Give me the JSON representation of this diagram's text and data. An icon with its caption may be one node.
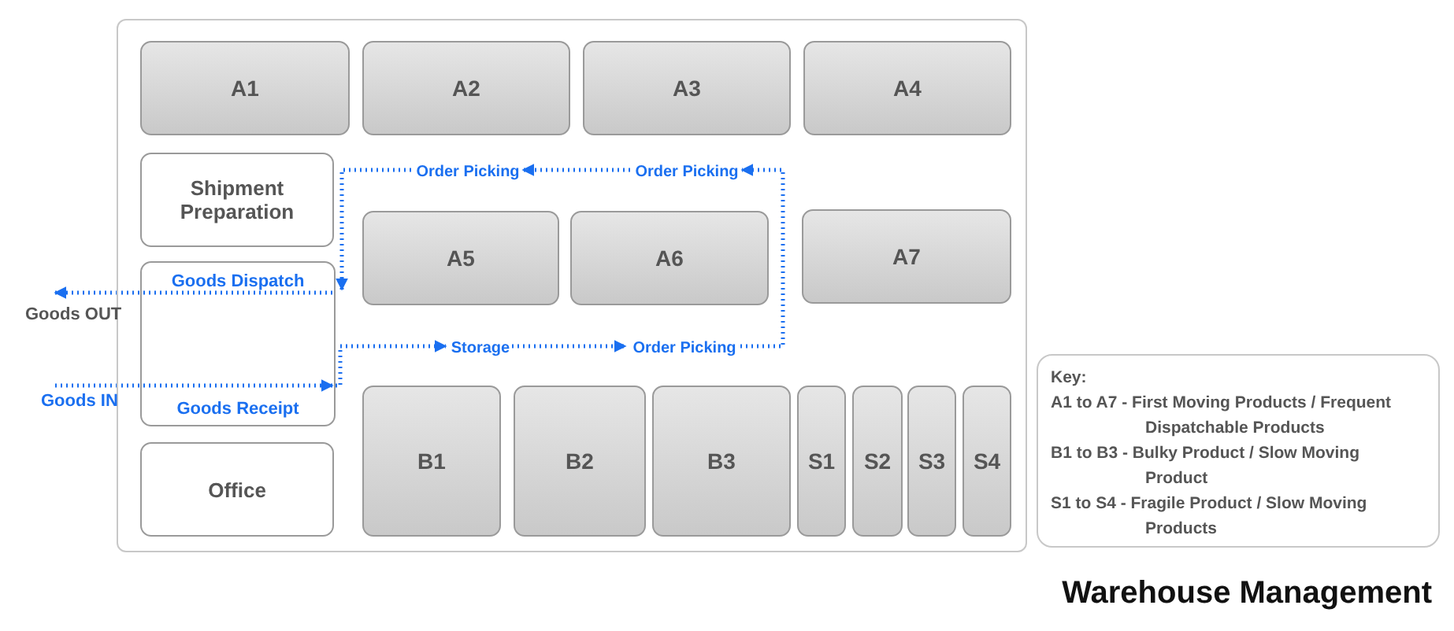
{
  "diagram": {
    "title": "Warehouse Management",
    "nodes": [
      {
        "text": [],
        "shape": "box"
      },
      {
        "text": [
          "A1"
        ],
        "in": 0
      },
      {
        "text": [
          "A2"
        ],
        "in": 0
      },
      {
        "text": [
          "A3"
        ],
        "in": 0
      },
      {
        "text": [
          "A4"
        ],
        "in": 0
      },
      {
        "text": [
          "Shipment Preparation"
        ],
        "in": 0
      },
      {
        "text": [
          "Order Picking"
        ],
        "in": 0
      },
      {
        "text": [
          "Order Picking"
        ],
        "in": 0
      },
      {
        "text": [
          "A5"
        ],
        "in": 0
      },
      {
        "text": [
          "A6"
        ],
        "in": 0
      },
      {
        "text": [
          "A7"
        ],
        "in": 0
      },
      {
        "text": [
          "Goods Dispatch",
          "Goods Receipt"
        ],
        "in": 0
      },
      {
        "text": [
          "Storage"
        ],
        "in": 0
      },
      {
        "text": [
          "Order Picking"
        ],
        "in": 0
      },
      {
        "text": [
          "B1"
        ],
        "in": 0
      },
      {
        "text": [
          "B2"
        ],
        "in": 0
      },
      {
        "text": [
          "B3"
        ],
        "in": 0
      },
      {
        "text": [
          "S1"
        ],
        "in": 0
      },
      {
        "text": [
          "S2"
        ],
        "in": 0
      },
      {
        "text": [
          "S3"
        ],
        "in": 0
      },
      {
        "text": [
          "S4"
        ],
        "in": 0
      },
      {
        "text": [
          "Office"
        ],
        "in": 0
      },
      {
        "text": [
          "Key:",
          "A1 to A7 - First Moving Products / Frequent Dispatchable Products",
          "B1 to B3 - Bulky Product / Slow Moving Product",
          "S1 to S4 - Fragile Product / Slow Moving Products"
        ]
      }
    ],
    "edges": [
      {
        "from": null,
        "to": 11,
        "arrow": "to",
        "label": "Goods IN",
        "style": "dashed"
      },
      {
        "from": 11,
        "to": 12,
        "arrow": "to",
        "style": "dashed"
      },
      {
        "from": 12,
        "to": 13,
        "arrow": "to",
        "style": "dashed"
      },
      {
        "from": 13,
        "to": 7,
        "arrow": "to",
        "style": "dashed"
      },
      {
        "from": 7,
        "to": 6,
        "arrow": "to",
        "style": "dashed"
      },
      {
        "from": 6,
        "to": 11,
        "arrow": "to",
        "style": "dashed"
      },
      {
        "from": 11,
        "to": null,
        "arrow": "to",
        "label": "Goods OUT",
        "style": "dashed"
      }
    ]
  }
}
